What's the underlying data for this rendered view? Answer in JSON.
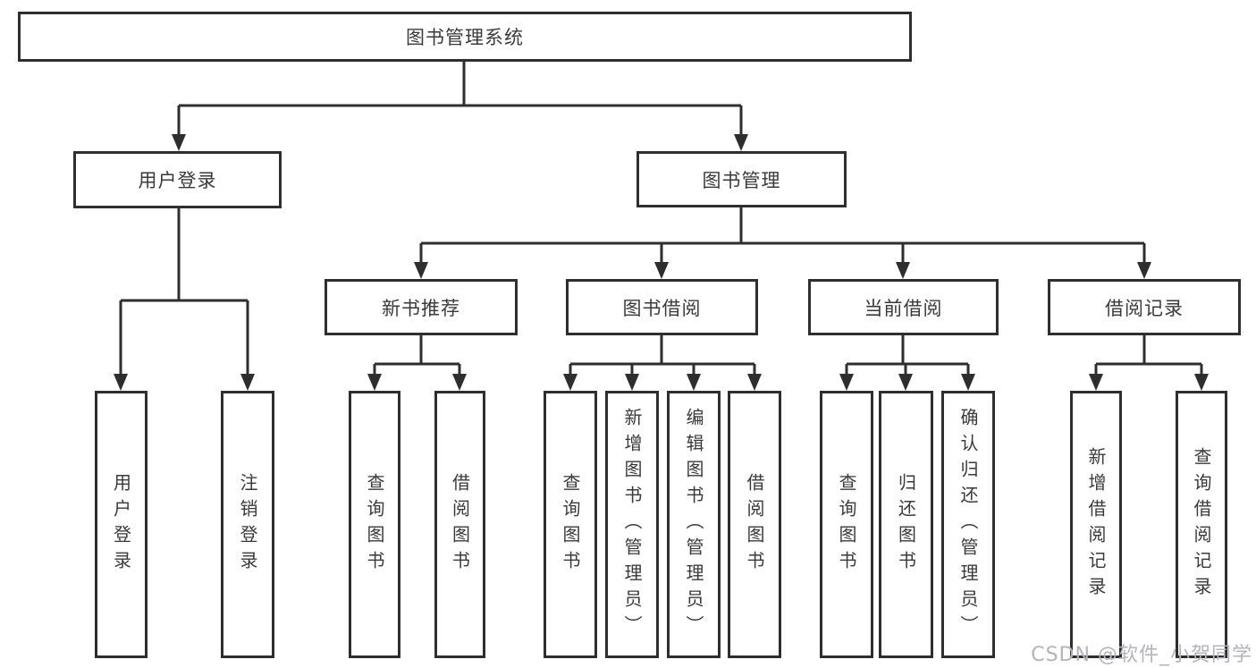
{
  "diagram_title": "图书管理系统",
  "nodes": {
    "root": "图书管理系统",
    "user_login": "用户登录",
    "book_mgmt": "图书管理",
    "new_book_rec": "新书推荐",
    "book_borrow": "图书借阅",
    "current_borrow": "当前借阅",
    "borrow_record": "借阅记录",
    "leaf_user_login": "用户登录",
    "leaf_logout": "注销登录",
    "leaf_query_book_rec": "查询图书",
    "leaf_borrow_book_rec": "借阅图书",
    "leaf_query_book_borrow": "查询图书",
    "leaf_add_book_admin": "新增图书（管理员）",
    "leaf_edit_book_admin": "编辑图书（管理员）",
    "leaf_borrow_book_borrow": "借阅图书",
    "leaf_query_book_current": "查询图书",
    "leaf_return_book": "归还图书",
    "leaf_confirm_return_admin": "确认归还（管理员）",
    "leaf_add_borrow_record": "新增借阅记录",
    "leaf_query_borrow_record": "查询借阅记录"
  },
  "hierarchy": {
    "图书管理系统": {
      "用户登录": [
        "用户登录",
        "注销登录"
      ],
      "图书管理": {
        "新书推荐": [
          "查询图书",
          "借阅图书"
        ],
        "图书借阅": [
          "查询图书",
          "新增图书（管理员）",
          "编辑图书（管理员）",
          "借阅图书"
        ],
        "当前借阅": [
          "查询图书",
          "归还图书",
          "确认归还（管理员）"
        ],
        "借阅记录": [
          "新增借阅记录",
          "查询借阅记录"
        ]
      }
    }
  },
  "watermark": "CSDN @软件_小贺同学",
  "colors": {
    "line": "#2e2e2e",
    "box_border": "#2e2e2e",
    "text": "#3a3a3a",
    "watermark": "#b3b3bc",
    "background": "#ffffff"
  }
}
